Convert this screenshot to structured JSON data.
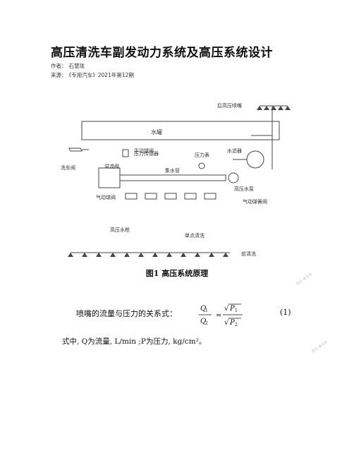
{
  "article": {
    "title": "高压清洗车副发动力系统及高压系统设计",
    "author_label": "作者：",
    "author": "石慧珑",
    "source_label": "来源：",
    "source": "《专用汽车》2021年第12期"
  },
  "figure": {
    "caption": "图1 高压系统原理",
    "labels": {
      "rear_spray": "后高压喷嘴",
      "water_tank": "水罐",
      "pump_drive": "洗车阀",
      "manual_valve": "手动球阀",
      "overflow_valve": "溢流阀",
      "pressure_sensor": "压力传感器",
      "pressure_gauge": "压力表",
      "water_filter": "水滤器",
      "gas_valve": "气动球阀",
      "manifold": "集水管",
      "hp_pump": "高压水泵",
      "pneumatic_valve": "气动弹簧阀",
      "hose_reel": "高压水枪",
      "single_spray": "单点清洗",
      "front_wash": "前清洗"
    }
  },
  "equation": {
    "label": "喷嘴的流量与压力的关系式：",
    "q1": "Q",
    "q1_sub": "1",
    "q2": "Q",
    "q2_sub": "2",
    "eq_sign": "=",
    "sqrt": "√",
    "p1": "P",
    "p1_sub": "1",
    "p2": "P",
    "p2_sub": "2",
    "number": "(1)"
  },
  "explanation": "式中, Q为流量, L/min ;P为压力, kg/cm²。",
  "watermarks": [
    "高压·清洗车",
    "高压·清洗车"
  ]
}
